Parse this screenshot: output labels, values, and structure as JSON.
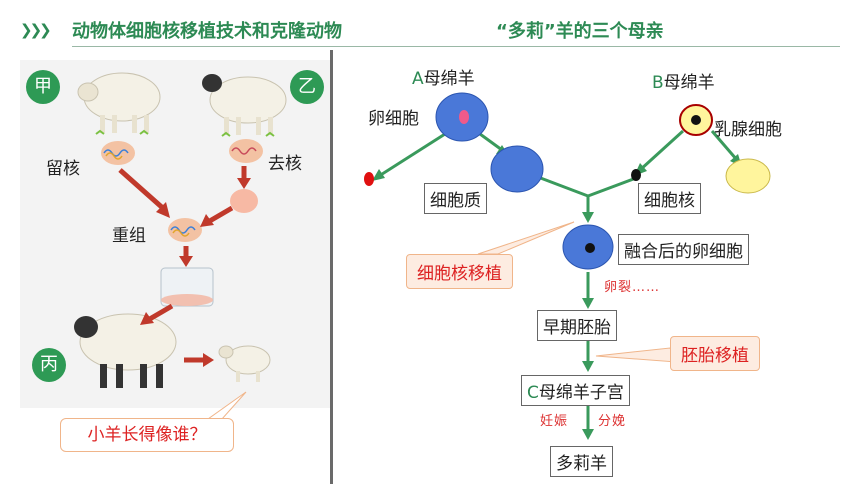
{
  "header": {
    "chevrons": "❯❯❯",
    "title": "动物体细胞核移植技术和克隆动物",
    "subtitle": "“多莉”羊的三个母亲"
  },
  "left_panel": {
    "label_jia": "甲",
    "label_yi": "乙",
    "label_bing": "丙",
    "label_liuhe": "留核",
    "label_quhe": "去核",
    "label_chongzu": "重组",
    "question": "小羊长得像谁？"
  },
  "right_diagram": {
    "a_letter": "A",
    "a_text": "母绵羊",
    "b_letter": "B",
    "b_text": "母绵羊",
    "egg_cell": "卵细胞",
    "mammary_cell": "乳腺细胞",
    "cytoplasm": "细胞质",
    "nucleus": "细胞核",
    "fused_egg": "融合后的卵细胞",
    "callout_nuclear_transfer": "细胞核移植",
    "cleavage": "卵裂……",
    "early_embryo": "早期胚胎",
    "callout_embryo_transfer": "胚胎移植",
    "c_letter": "C",
    "c_text": "母绵羊子宫",
    "pregnancy": "妊娠",
    "delivery": "分娩",
    "dolly": "多莉羊"
  },
  "colors": {
    "accent_green": "#2d8a54",
    "arrow_green": "#3a9a5c",
    "cell_blue": "#4a78d8",
    "callout_red": "#dd2222",
    "mammary_yellow": "#fff59d"
  }
}
